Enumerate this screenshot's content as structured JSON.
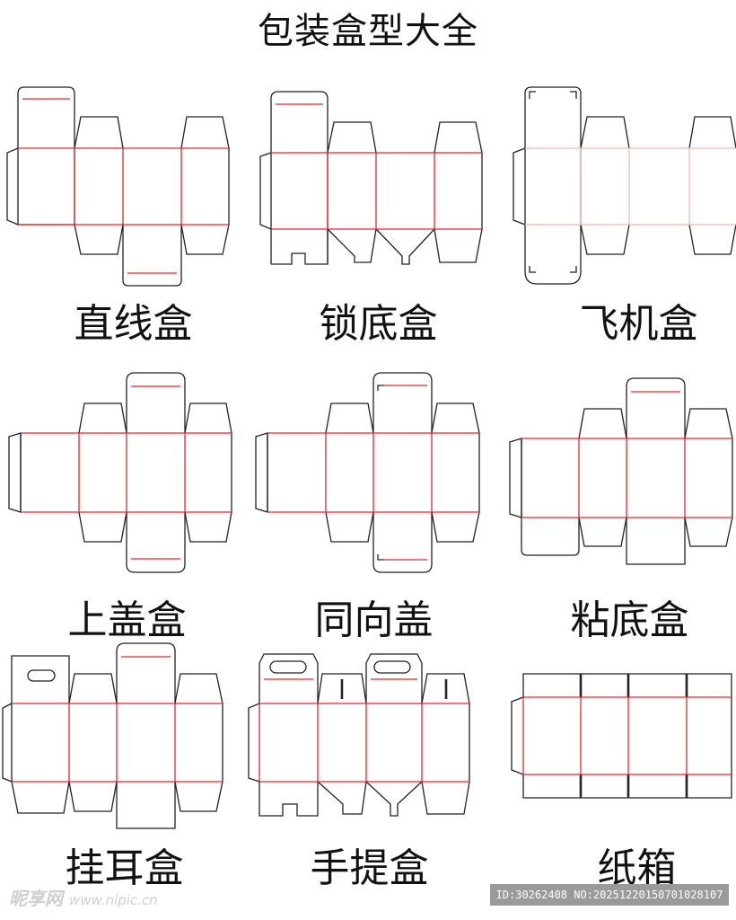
{
  "title": "包装盒型大全",
  "boxes": [
    {
      "label": "直线盒"
    },
    {
      "label": "锁底盒"
    },
    {
      "label": "飞机盒"
    },
    {
      "label": "上盖盒"
    },
    {
      "label": "同向盖"
    },
    {
      "label": "粘底盒"
    },
    {
      "label": "挂耳盒"
    },
    {
      "label": "手提盒"
    },
    {
      "label": "纸箱"
    }
  ],
  "watermark": {
    "brand": "昵享网",
    "url": "www.nipic.cn"
  },
  "image_id": "ID:30262408 NO:20251220150701028107",
  "colors": {
    "cut_line": "#222222",
    "fold_line": "#e8262b",
    "fold_line_light": "#f4b8b8"
  }
}
